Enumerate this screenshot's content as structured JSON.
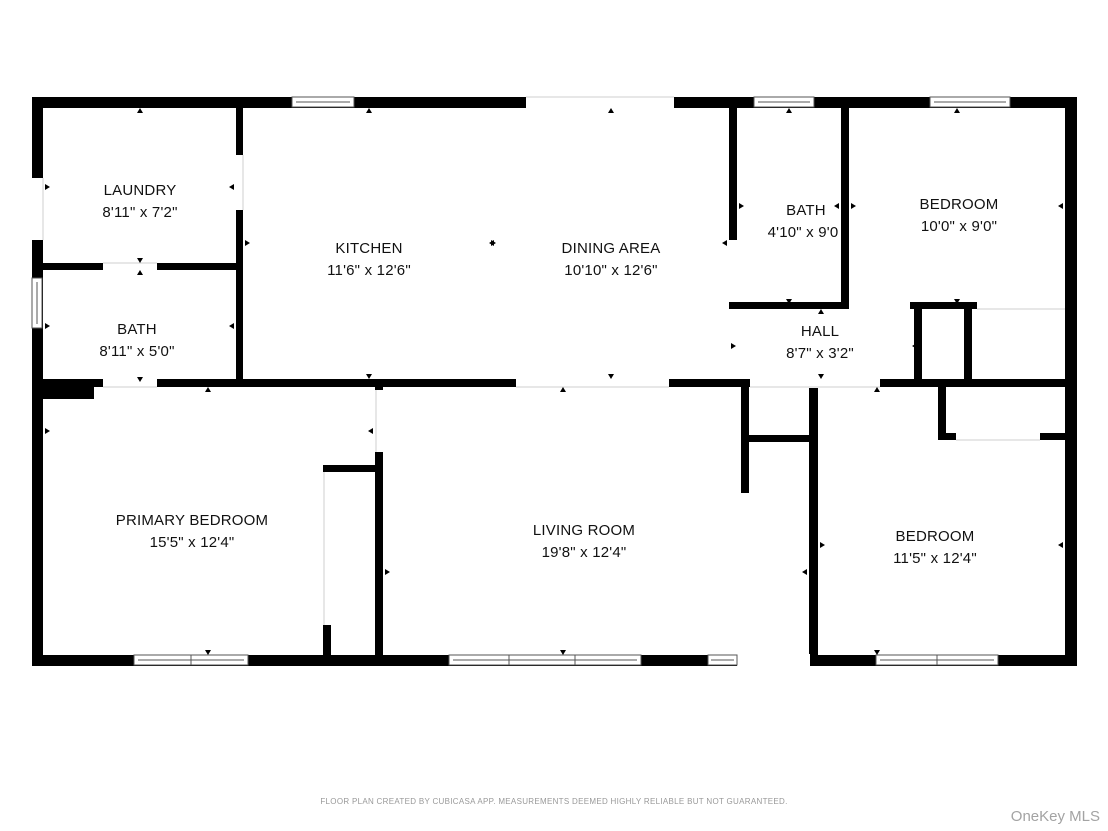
{
  "rooms": {
    "laundry": {
      "name": "LAUNDRY",
      "dims": "8'11\" x 7'2\""
    },
    "kitchen": {
      "name": "KITCHEN",
      "dims": "11'6\" x 12'6\""
    },
    "dining": {
      "name": "DINING AREA",
      "dims": "10'10\" x 12'6\""
    },
    "bath_top": {
      "name": "BATH",
      "dims": "4'10\" x 9'0"
    },
    "bedroom_top": {
      "name": "BEDROOM",
      "dims": "10'0\" x 9'0\""
    },
    "bath_left": {
      "name": "BATH",
      "dims": "8'11\" x 5'0\""
    },
    "hall": {
      "name": "HALL",
      "dims": "8'7\" x 3'2\""
    },
    "primary_bedroom": {
      "name": "PRIMARY BEDROOM",
      "dims": "15'5\" x 12'4\""
    },
    "living_room": {
      "name": "LIVING ROOM",
      "dims": "19'8\" x 12'4\""
    },
    "bedroom_bottom": {
      "name": "BEDROOM",
      "dims": "11'5\" x 12'4\""
    }
  },
  "footer": {
    "disclaimer": "FLOOR PLAN CREATED BY CUBICASA APP. MEASUREMENTS DEEMED HIGHLY RELIABLE BUT NOT GUARANTEED.",
    "watermark": "OneKey MLS"
  },
  "colors": {
    "wall": "#000000",
    "background": "#ffffff",
    "text": "#111111",
    "footer_text": "#999999"
  }
}
